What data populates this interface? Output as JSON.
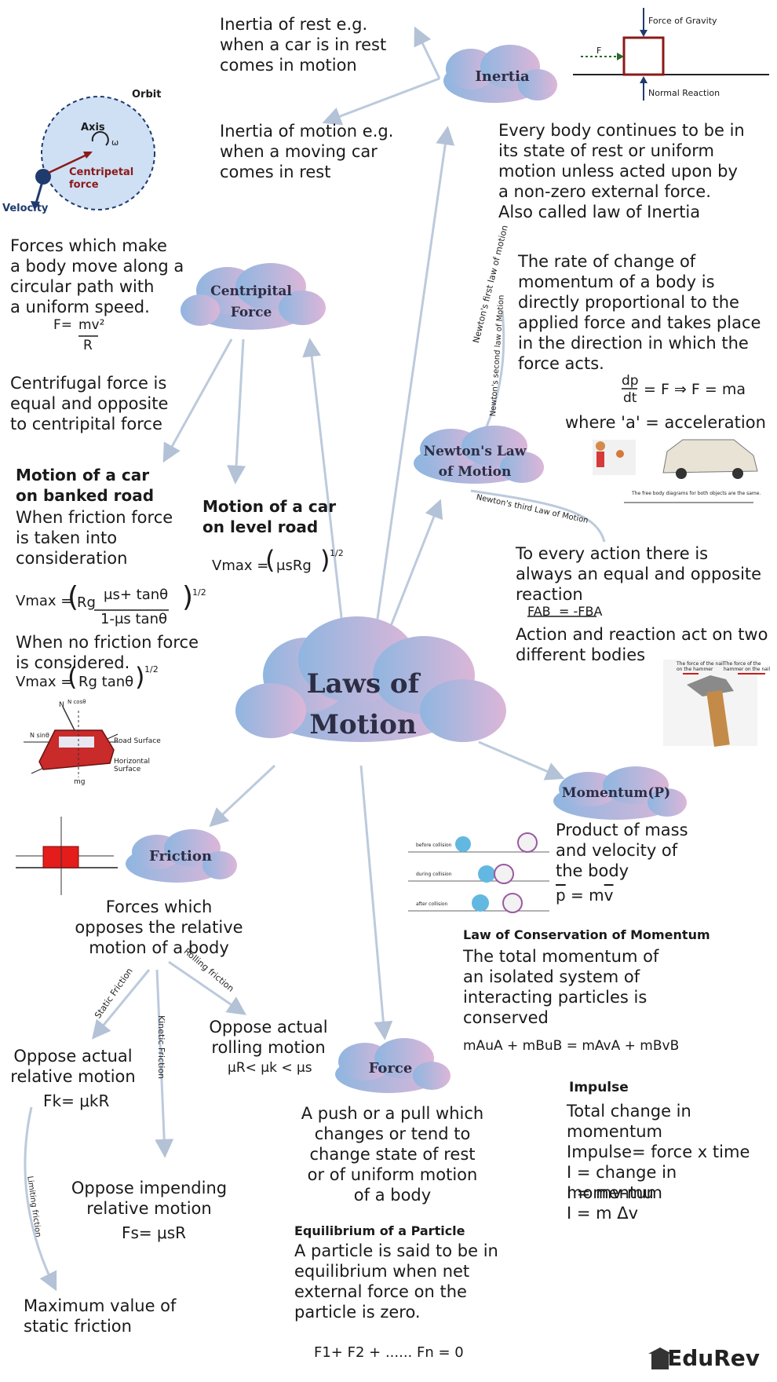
{
  "central": "Laws of\nMotion",
  "nodes": {
    "inertia": "Inertia",
    "centripetal": "Centripital\nForce",
    "newton": "Newton's Law\nof Motion",
    "momentum": "Momentum(P)",
    "friction": "Friction",
    "force": "Force"
  },
  "branch_labels": {
    "first_law": "Newton's first law of motion",
    "second_law": "Newton's second law of Motion",
    "third_law": "Newton's third Law of Motion",
    "static": "Static Friction",
    "rolling": "Rolling friction",
    "kinetic": "Kinetic Friction",
    "limiting": "Limiting friction"
  },
  "inertia": {
    "rest": "Inertia of rest e.g.\nwhen a car is in rest\ncomes in motion",
    "motion": "Inertia of motion e.g.\nwhen a moving car\ncomes in rest",
    "diagram_gravity": "Force of Gravity",
    "diagram_normal": "Normal Reaction",
    "diagram_f": "F"
  },
  "circular": {
    "orbit": "Orbit",
    "axis": "Axis",
    "omega": "ω",
    "centripetal": "Centripetal\nforce",
    "velocity": "Velocity"
  },
  "centripetal_text": {
    "definition": "Forces which make\na body move along a\ncircular path with\na uniform speed.",
    "formula_lhs": "F=",
    "formula_num": "mv²",
    "formula_den": "R",
    "centrifugal": "Centrifugal force is\nequal and opposite\nto centripital force"
  },
  "banked": {
    "title": "Motion of a car\non banked road",
    "with_friction": "When friction force\nis taken into\nconsideration",
    "formula1": "Vmax = (Rg  μs+ tanθ / 1-μs tanθ )½",
    "vmax": "Vmax =",
    "rg": "Rg",
    "num": "μs+ tanθ",
    "den": "1-μs tanθ",
    "half": "1/2",
    "no_friction": "When no friction force\nis considered.",
    "formula2": "Rg tanθ",
    "diag_road": "Road Surface",
    "diag_horizontal": "Horizontal\nSurface",
    "diag_mg": "mg",
    "diag_n": "N",
    "diag_ncos": "N cosθ",
    "diag_nsin": "N sinθ"
  },
  "level": {
    "title": "Motion of a car\non level road",
    "vmax": "Vmax =",
    "inner": "μsRg"
  },
  "newton_text": {
    "first": "Every body continues to be in\nits state of rest or uniform\nmotion unless acted upon by\na non-zero external force.\nAlso called law of Inertia",
    "second": "The rate of change of\nmomentum of a body is\ndirectly proportional to the\napplied force and takes place\nin the direction in which the\nforce acts.",
    "second_formula_num": "dp",
    "second_formula_den": "dt",
    "second_formula_rest": "= F ⇒ F = ma",
    "accel": "where 'a' = acceleration",
    "diag_caption": "The free body diagrams for both objects are the same.",
    "third": "To every action there is\nalways an equal and opposite\nreaction",
    "third_formula": "FAB = -FBA",
    "third_formula_lhs": "FAB",
    "third_formula_rhs": "= -FBA",
    "third_note": "Action and reaction act on two\ndifferent bodies",
    "hammer_left": "The force of the nail\non the hammer",
    "hammer_right": "The force of the\nhammer on the nail"
  },
  "momentum_text": {
    "definition": "Product of mass\nand velocity of\nthe body",
    "formula": "p = mv",
    "p": "p",
    "eq": " = m",
    "v": "v",
    "conservation_title": "Law of Conservation of Momentum",
    "conservation": "The total momentum of\nan isolated system of\ninteracting particles is\nconserved",
    "conservation_formula": "mAuA + mBuB = mAvA + mBvB",
    "collision_before": "before collision",
    "collision_during": "during collision",
    "collision_after": "after collision",
    "impulse_title": "Impulse",
    "impulse_text": "Total change in\nmomentum\nImpulse= force x time",
    "impulse_i1": "I = change in momentum",
    "impulse_i2": "I = mv-mu",
    "impulse_i3": "I = m Δv"
  },
  "friction_text": {
    "definition": "Forces which\nopposes the relative\nmotion of a body",
    "static": "Oppose actual\nrelative motion",
    "static_formula": "Fk= μkR",
    "rolling": "Oppose actual\nrolling motion",
    "rolling_formula": "μR< μk < μs",
    "kinetic": "Oppose impending\nrelative motion",
    "kinetic_formula": "Fs= μsR",
    "limiting": "Maximum value of\nstatic friction"
  },
  "force_text": {
    "definition": "A push or a pull which\nchanges or tend to\nchange state of rest\nor of uniform motion\nof a body",
    "equilibrium_title": "Equilibrium of a Particle",
    "equilibrium": "A particle is said to be in\nequilibrium when net\nexternal force on the\nparticle is zero.",
    "equilibrium_formula": "F1+ F2 + ......  Fn = 0"
  },
  "logo": "EduRev",
  "colors": {
    "cloud_left": "#8fb6e0",
    "cloud_right": "#d9b3d6",
    "arrow": "#b9c7d8",
    "dark_red": "#8b1a1a",
    "navy": "#1f3b6e"
  }
}
